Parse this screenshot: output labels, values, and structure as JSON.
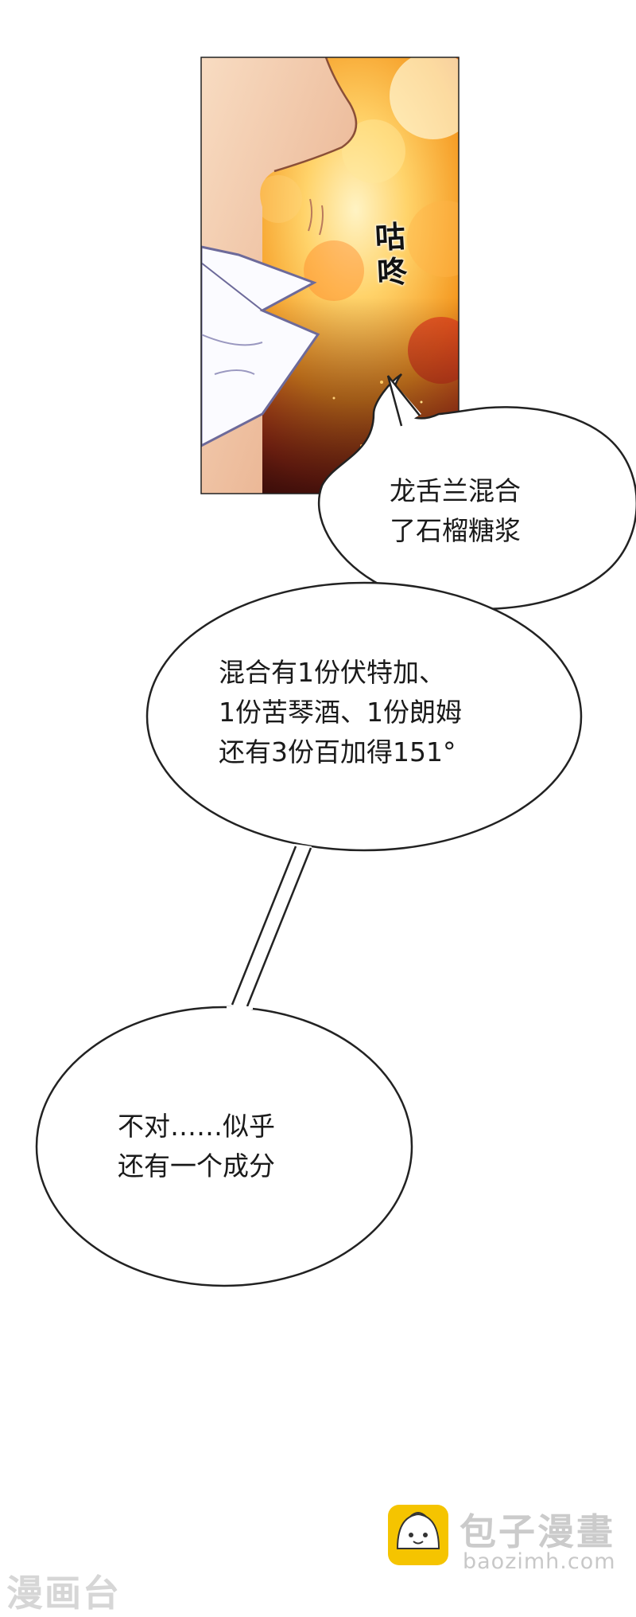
{
  "panel": {
    "sfx": [
      "咕",
      "咚"
    ]
  },
  "bubbles": [
    {
      "lines": [
        "龙舌兰混合",
        "了石榴糖浆"
      ]
    },
    {
      "lines": [
        "混合有1份伏特加、",
        "1份苦琴酒、1份朗姆",
        "还有3份百加得151°"
      ]
    },
    {
      "lines": [
        "不对……似乎",
        "还有一个成分"
      ]
    }
  ],
  "watermarks": {
    "left": "漫画台",
    "brand": "包子漫畫",
    "url": "baozimh.com"
  },
  "colors": {
    "fire_orange": "#f4a021",
    "fire_red": "#c8311b",
    "skin": "#f3c9a8",
    "logo_yellow": "#f5c400"
  }
}
